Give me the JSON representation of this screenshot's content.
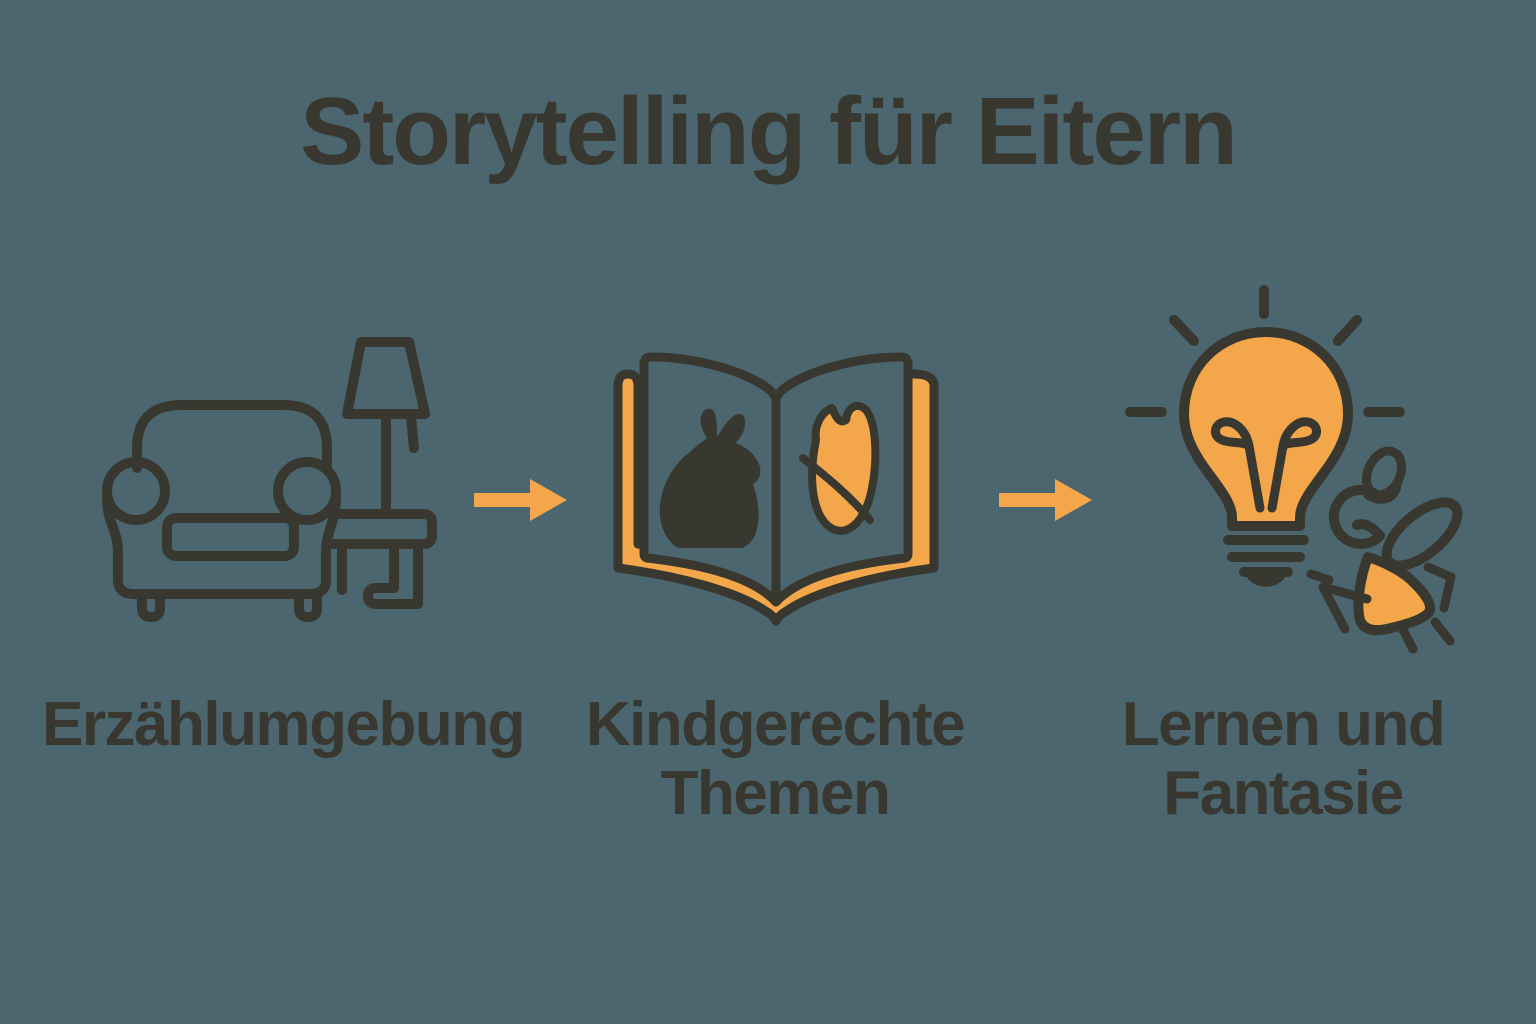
{
  "title": "Storytelling für Eitern",
  "colors": {
    "background": "#4B666E",
    "ink": "#383830",
    "accent": "#F3A74A"
  },
  "steps": [
    {
      "id": "erzaehlumgebung",
      "icon": "armchair-floor-lamp-side-table-icon",
      "label": "Erzählumgebung",
      "label_lines": [
        "Erzählumgebung"
      ]
    },
    {
      "id": "kindgerechte-themen",
      "icon": "open-book-rabbit-leaf-icon",
      "label": "Kindgerechte Themen",
      "label_lines": [
        "Kindgerechte",
        "Themen"
      ]
    },
    {
      "id": "lernen-und-fantasie",
      "icon": "lightbulb-bee-icon",
      "label": "Lernen und Fantasie",
      "label_lines": [
        "Lernen und",
        "Fantasie"
      ]
    }
  ],
  "connectors": [
    {
      "icon": "arrow-right"
    },
    {
      "icon": "arrow-right"
    }
  ]
}
